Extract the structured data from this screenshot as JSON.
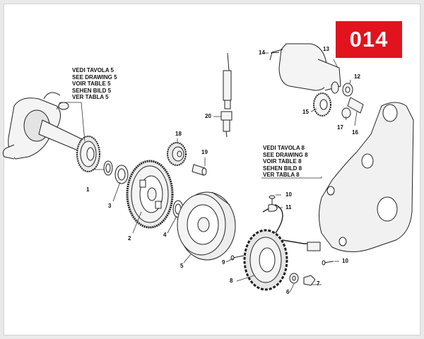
{
  "page": {
    "badge_number": "014"
  },
  "notes": {
    "drawing5": [
      "VEDI TAVOLA 5",
      "SEE DRAWING 5",
      "VOIR TABLE 5",
      "SEHEN BILD 5",
      "VER TABLA 5"
    ],
    "drawing8": [
      "VEDI TAVOLA 8",
      "SEE DRAWING 8",
      "VOIR TABLE 8",
      "SEHEN BILD 8",
      "VER TABLA 8"
    ]
  },
  "callouts": {
    "c1": "1",
    "c2": "2",
    "c3": "3",
    "c4": "4",
    "c5": "5",
    "c6": "6",
    "c7": "7",
    "c8": "8",
    "c9": "9",
    "c10a": "10",
    "c10b": "10",
    "c11": "11",
    "c12": "12",
    "c13": "13",
    "c14": "14",
    "c15": "15",
    "c16": "16",
    "c17": "17",
    "c18": "18",
    "c19": "19",
    "c20": "20"
  },
  "colors": {
    "badge_bg": "#e0131f",
    "line": "#222222",
    "part_fill": "#f2f2f2"
  }
}
